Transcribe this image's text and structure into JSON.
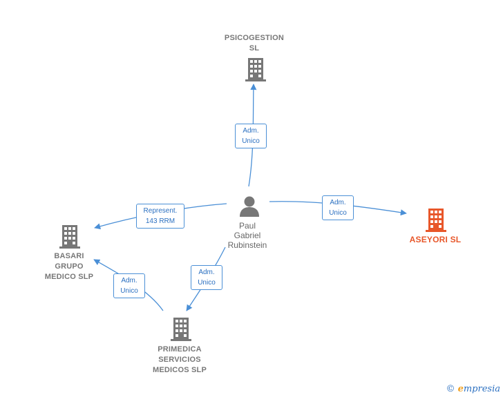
{
  "colors": {
    "edge": "#4a8fd6",
    "company_icon": "#777777",
    "focus_company_icon": "#e8572a",
    "person_icon": "#777777"
  },
  "person": {
    "label": "Paul\nGabriel\nRubinstein",
    "icon": "person-icon"
  },
  "companies": [
    {
      "id": "psicogestion",
      "label": "PSICOGESTION\nSL",
      "icon": "building-icon",
      "focus": false
    },
    {
      "id": "aseyori",
      "label": "ASEYORI  SL",
      "icon": "building-icon",
      "focus": true
    },
    {
      "id": "basari",
      "label": "BASARI\nGRUPO\nMEDICO  SLP",
      "icon": "building-icon",
      "focus": false
    },
    {
      "id": "primedica",
      "label": "PRIMEDICA\nSERVICIOS\nMEDICOS SLP",
      "icon": "building-icon",
      "focus": false
    }
  ],
  "edges": [
    {
      "id": "to-psicogestion",
      "label": "Adm.\nUnico"
    },
    {
      "id": "to-aseyori",
      "label": "Adm.\nUnico"
    },
    {
      "id": "to-basari",
      "label": "Represent.\n143 RRM"
    },
    {
      "id": "to-primedica",
      "label": "Adm.\nUnico"
    },
    {
      "id": "primedica-to-basari",
      "label": "Adm.\nUnico"
    }
  ],
  "footer": {
    "copyright": "©",
    "brand_first": "e",
    "brand_rest": "mpresia"
  }
}
